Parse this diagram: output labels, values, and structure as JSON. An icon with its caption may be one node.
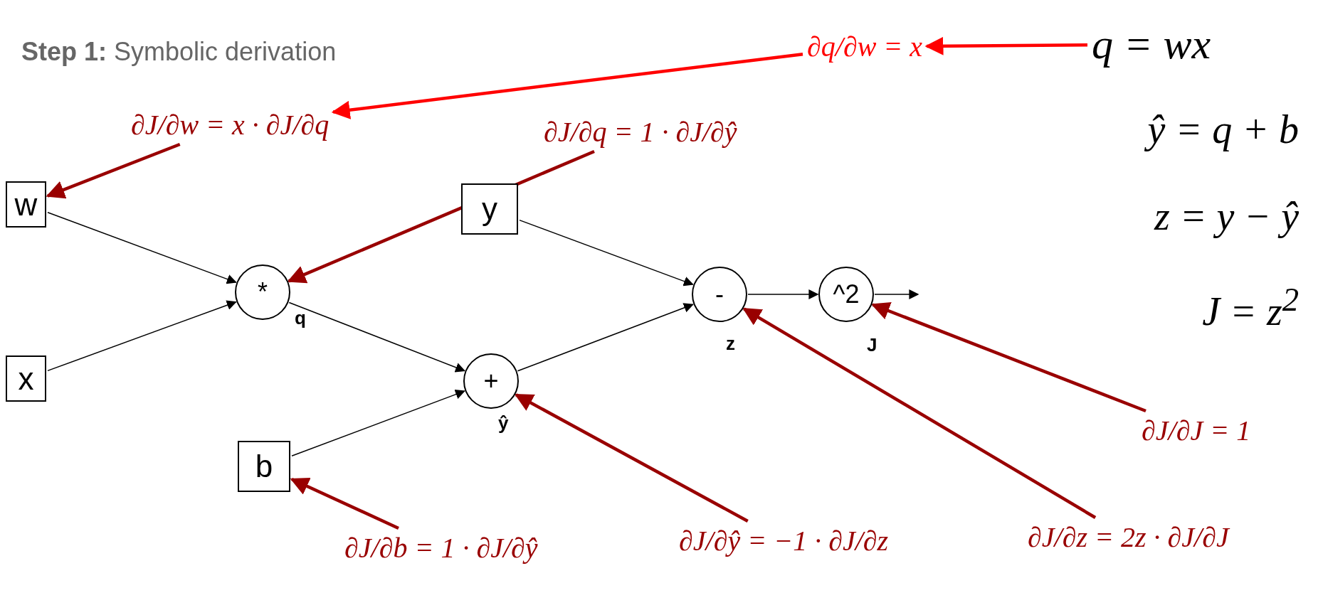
{
  "diagram": {
    "title": "**Step 1:** Symbolic derivation",
    "nodes": [
      {
        "text": [
          "w"
        ]
      },
      {
        "text": [
          "x"
        ]
      },
      {
        "text": [
          "*"
        ],
        "beside": [
          "q"
        ]
      },
      {
        "text": [
          "y"
        ]
      },
      {
        "text": [
          "b"
        ]
      },
      {
        "text": [
          "+"
        ],
        "beside": [
          "ŷ"
        ]
      },
      {
        "text": [
          "-"
        ],
        "beside": [
          "z"
        ]
      },
      {
        "text": [
          "^2"
        ],
        "beside": [
          "J"
        ]
      },
      {
        "text": [
          "q = wx"
        ]
      },
      {
        "text": [
          "∂q/∂w = x"
        ]
      },
      {
        "text": [
          "∂J/∂w = x · ∂J/∂q"
        ]
      },
      {
        "text": [
          "∂J/∂q = 1 · ∂J/∂ŷ"
        ]
      },
      {
        "text": [
          "∂J/∂J = 1"
        ]
      },
      {
        "text": [
          "∂J/∂z = 2z · ∂J/∂J"
        ]
      },
      {
        "text": [
          "∂J/∂ŷ = −1 · ∂J/∂z"
        ]
      },
      {
        "text": [
          "∂J/∂b = 1 · ∂J/∂ŷ"
        ]
      }
    ],
    "edges": [
      {
        "from": 0,
        "to": 2,
        "arrow": "to"
      },
      {
        "from": 1,
        "to": 2,
        "arrow": "to"
      },
      {
        "from": 2,
        "to": 5,
        "arrow": "to"
      },
      {
        "from": 4,
        "to": 5,
        "arrow": "to"
      },
      {
        "from": 3,
        "to": 6,
        "arrow": "to"
      },
      {
        "from": 5,
        "to": 6,
        "arrow": "to"
      },
      {
        "from": 6,
        "to": 7,
        "arrow": "to"
      },
      {
        "from": 7,
        "to": null,
        "arrow": "to"
      },
      {
        "from": 8,
        "to": 9,
        "arrow": "to",
        "style": "thick",
        "color": "#ff0000"
      },
      {
        "from": 9,
        "to": 10,
        "arrow": "to",
        "style": "thick",
        "color": "#ff0000"
      },
      {
        "from": 10,
        "to": 0,
        "arrow": "to",
        "style": "thick",
        "color": "#990000"
      },
      {
        "from": 11,
        "to": 2,
        "arrow": "to",
        "style": "thick",
        "color": "#990000"
      },
      {
        "from": 12,
        "to": 7,
        "arrow": "to",
        "style": "thick",
        "color": "#990000"
      },
      {
        "from": 13,
        "to": 6,
        "arrow": "to",
        "style": "thick",
        "color": "#990000"
      },
      {
        "from": 14,
        "to": 5,
        "arrow": "to",
        "style": "thick",
        "color": "#990000"
      },
      {
        "from": 15,
        "to": 4,
        "arrow": "to",
        "style": "thick",
        "color": "#990000"
      }
    ],
    "labels": [
      "ŷ = q + b",
      "z = y − ŷ",
      "J = z$^{2}$"
    ]
  }
}
